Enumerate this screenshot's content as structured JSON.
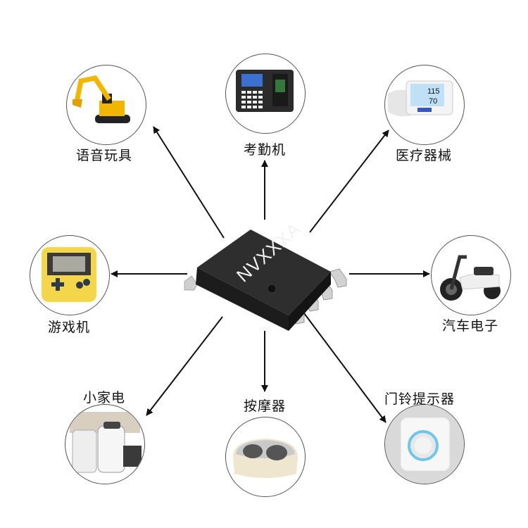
{
  "diagram": {
    "center": {
      "name": "SOP-8 IC chip",
      "marking": "NVXXXA"
    },
    "applications": [
      {
        "id": "voice-toy",
        "label": "语音玩具",
        "icon": "excavator-toy-icon",
        "direction": "up-left"
      },
      {
        "id": "attendance-machine",
        "label": "考勤机",
        "icon": "attendance-terminal-icon",
        "direction": "up"
      },
      {
        "id": "medical-device",
        "label": "医疗器械",
        "icon": "blood-pressure-monitor-icon",
        "direction": "up-right"
      },
      {
        "id": "game-console",
        "label": "游戏机",
        "icon": "handheld-game-console-icon",
        "direction": "left"
      },
      {
        "id": "auto-electronics",
        "label": "汽车电子",
        "icon": "electric-scooter-icon",
        "direction": "right"
      },
      {
        "id": "small-appliance",
        "label": "小家电",
        "icon": "kitchen-appliance-icon",
        "direction": "down-left"
      },
      {
        "id": "massager",
        "label": "按摩器",
        "icon": "foot-massager-icon",
        "direction": "down"
      },
      {
        "id": "doorbell",
        "label": "门铃提示器",
        "icon": "doorbell-icon",
        "direction": "down-right"
      }
    ],
    "colors": {
      "arrow": "#111111",
      "chip_body": "#2a2a2a",
      "chip_pins": "#c8c8c8",
      "marking": "#f2f2f2",
      "circle_border": "#555555"
    }
  }
}
